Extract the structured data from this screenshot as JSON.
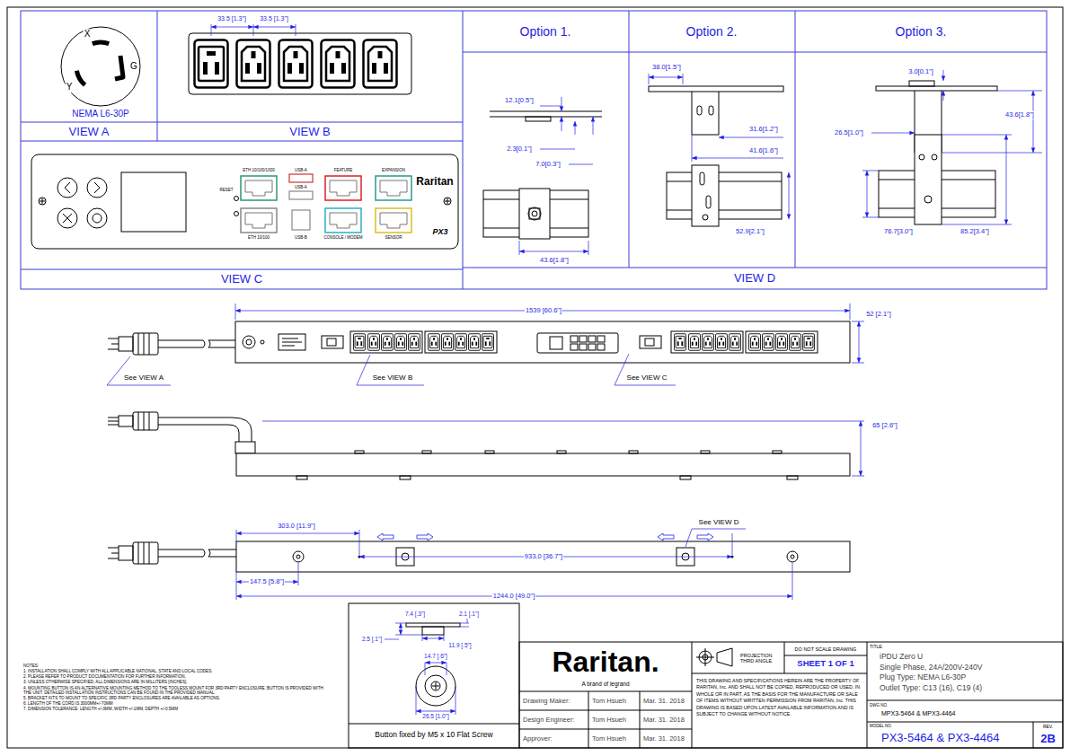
{
  "diagram": {
    "nodes": [
      {
        "text": [
          "VIEW A"
        ]
      },
      {
        "text": [
          "VIEW B"
        ]
      },
      {
        "text": [
          "Option 1."
        ]
      },
      {
        "text": [
          "Option 2."
        ]
      },
      {
        "text": [
          "Option 3."
        ]
      },
      {
        "text": [
          "VIEW C"
        ]
      },
      {
        "text": [
          "VIEW D"
        ]
      },
      {
        "text": [
          "Button fixed by M5 x 10 Flat Screw"
        ]
      },
      {
        "text": [
          "Raritan.",
          "A brand of legrand"
        ]
      },
      {
        "text": [
          "Drawing Maker:",
          "Tom Hsueh",
          "Mar. 31. 2018"
        ]
      },
      {
        "text": [
          "Design Engineer:",
          "Tom Hsueh",
          "Mar. 31. 2018"
        ]
      },
      {
        "text": [
          "Approver:",
          "Tom Hsueh",
          "Mar. 31. 2018"
        ]
      },
      {
        "text": [
          "PROJECTION THRD ANGLE"
        ]
      },
      {
        "text": [
          "DO NOT SCALE DRAWING",
          "SHEET 1 OF 1"
        ]
      },
      {
        "text": [
          "THIS DRAWING AND SPECIFICATIONS HEREIN ARE THE PROPERTY OF RARITAN, Inc. AND SHALL NOT BE COPIED, REPRODUCED OR USED, IN WHOLE OR IN PART, AS THE BASIS FOR THE MANUFACTURE OR SALE OF ITEMS WITHOUT WRITTEN PERMISSION FROM RARITAN, Inc. THIS DRAWING IS BASED UPON LATEST AVAILABLE INFORMATION AND IS SUBJECT TO CHANGE WITHOUT NOTICE."
        ]
      },
      {
        "text": [
          "TITLE:",
          "iPDU Zero U",
          "Single Phase, 24A/200V-240V",
          "Plug Type: NEMA L6-30P",
          "Outlet Type: C13 (16), C19 (4)"
        ]
      },
      {
        "text": [
          "DWG NO.",
          "MPX3-5464 & MPX3-4464"
        ]
      },
      {
        "text": [
          "MODEL NO.",
          "PX3-5464 & PX3-4464"
        ]
      },
      {
        "text": [
          "REV.",
          "2B"
        ]
      }
    ],
    "labels": [
      "X",
      "Y",
      "G",
      "NEMA L6-30P",
      "33.5 [1.3\"]",
      "33.5 [1.3\"]",
      "RESET",
      "ETH 10/100/1000",
      "USB-A",
      "USB-A",
      "FEATURE",
      "EXPANSION",
      "ETH 10/100",
      "USB-B",
      "CONSOLE / MODEM",
      "SENSOR",
      "Raritan",
      "PX3",
      "12.1[0.5\"]",
      "2.3[0.1\"]",
      "7.0[0.3\"]",
      "43.6[1.8\"]",
      "38.0[1.5\"]",
      "31.6[1.2\"]",
      "41.6[1.6\"]",
      "52.9[2.1\"]",
      "3.0[0.1\"]",
      "43.6[1.8\"]",
      "26.5[1.0\"]",
      "76.7[3.0\"]",
      "85.2[3.4\"]",
      "1539 [60.6\"]",
      "52 [2.1\"]",
      "See VIEW A",
      "See VIEW B",
      "See VIEW C",
      "65 [2.6\"]",
      "303.0 [11.9\"]",
      "See VIEW D",
      "933.0 [36.7\"]",
      "147.5 [5.8\"]",
      "1244.0 [49.0\"]",
      "7.4 [.3\"]",
      "2.1 [.1\"]",
      "2.5 [.1\"]",
      "11.9 [.5\"]",
      "14.7 [.6\"]",
      "26.5 [1.0\"]",
      "NOTES:",
      "1. INSTALLATION SHALL COMPLY WITH ALL APPLICABLE NATIONAL, STATE AND LOCAL CODES.",
      "2. PLEASE REFER TO PRODUCT DOCUMENTATION FOR FURTHER INFORMATION.",
      "3. UNLESS OTHERWISE SPECIFIED, ALL DIMENSIONS ARE IN MILLITERS [INCHES].",
      "4. MOUNTING BUTTON IS AN ALTERNATIVE MOUNTING METHOD TO THE TOOLESS MOUNT FOR 3RD PARTY ENCLOSURE. BUTTON IS PROVIDED WITH THE UNIT. DETAILED INSTALLATION INSTRUCTIONS CAN BE FOUND IN THE PROVIDED MANUAL.",
      "5. BRACKET KITS TO MOUNT TO SPECIFIC 3RD PARTY ENCLOSURES ARE AVAILABLE AS OPTIONS.",
      "6. LENGTH OF THE CORD IS 3000MM+/-70MM",
      "7. DIMENSION TOLERANCE: LENGTH +/-3MM, WIDTH +/-1MM, DEPTH +/-0.5MM"
    ]
  }
}
